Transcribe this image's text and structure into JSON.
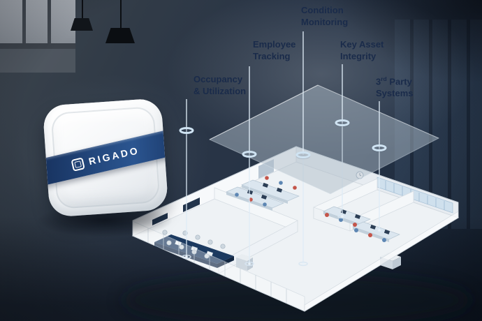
{
  "device": {
    "brand": "RIGADO"
  },
  "labels": [
    {
      "id": "occupancy-utilization",
      "line1": "Occupancy",
      "line2": "& Utilization"
    },
    {
      "id": "employee-tracking",
      "line1": "Employee",
      "line2": "Tracking"
    },
    {
      "id": "condition-monitoring",
      "line1": "Condition",
      "line2": "Monitoring"
    },
    {
      "id": "key-asset-integrity",
      "line1": "Key Asset",
      "line2": "Integrity"
    },
    {
      "id": "third-party-systems",
      "num": "3",
      "sup": "rd",
      "rest": " Party",
      "line2": "Systems"
    }
  ],
  "colors": {
    "label_text": "#1a2b4a",
    "device_band": "#24497f",
    "sensor_plane": "#aebcc7",
    "connector_line": "#dfecf7",
    "conference_table": "#1c3a60",
    "chair_red": "#c4554a",
    "chair_blue": "#5d86b3"
  }
}
